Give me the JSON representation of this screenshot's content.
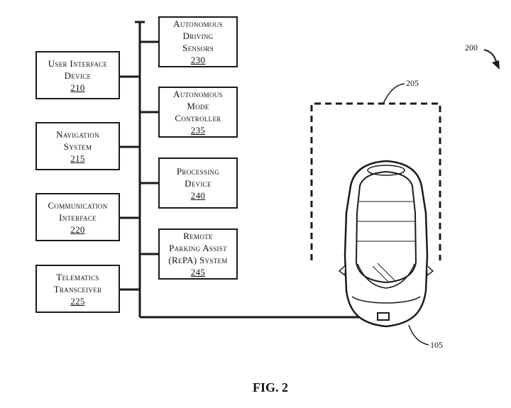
{
  "left_boxes": [
    {
      "lines": [
        "User Interface",
        "Device"
      ],
      "num": "210"
    },
    {
      "lines": [
        "Navigation",
        "System"
      ],
      "num": "215"
    },
    {
      "lines": [
        "Communication",
        "Interface"
      ],
      "num": "220"
    },
    {
      "lines": [
        "Telematics",
        "Transceiver"
      ],
      "num": "225"
    }
  ],
  "right_boxes": [
    {
      "lines": [
        "Autonomous",
        "Driving",
        "Sensors"
      ],
      "num": "230"
    },
    {
      "lines": [
        "Autonomous",
        "Mode",
        "Controller"
      ],
      "num": "235"
    },
    {
      "lines": [
        "Processing",
        "Device"
      ],
      "num": "240"
    },
    {
      "lines": [
        "Remote",
        "Parking Assist",
        "(RePA) System"
      ],
      "num": "245"
    }
  ],
  "labels": {
    "figure_ref": "200",
    "parking_space": "205",
    "vehicle": "105"
  },
  "caption": "FIG. 2"
}
